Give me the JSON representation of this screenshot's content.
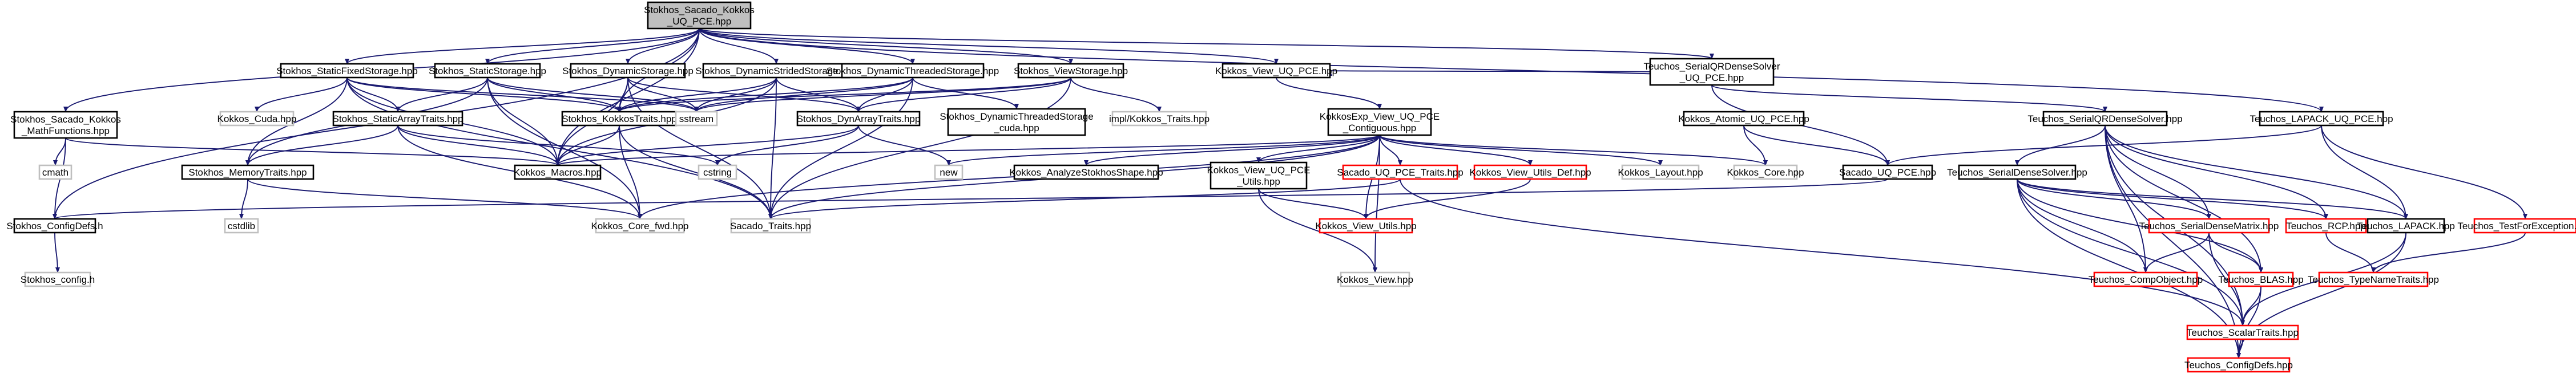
{
  "colors": {
    "edge": "#191970",
    "root_fill": "#bfbfbf",
    "black": "#000000",
    "grey": "#bfbfbf",
    "red": "#ff0000"
  },
  "nodes": {
    "root": [
      "Stokhos_Sacado_Kokkos",
      "_UQ_PCE.hpp"
    ],
    "msfh": [
      "Stokhos_Sacado_Kokkos",
      "_MathFunctions.hpp"
    ],
    "sfs": [
      "Stokhos_StaticFixedStorage.hpp"
    ],
    "ss": [
      "Stokhos_StaticStorage.hpp"
    ],
    "ds": [
      "Stokhos_DynamicStorage.hpp"
    ],
    "dss": [
      "Stokhos_DynamicStridedStorage.hpp"
    ],
    "dts": [
      "Stokhos_DynamicThreadedStorage.hpp"
    ],
    "vs": [
      "Stokhos_ViewStorage.hpp"
    ],
    "kvu": [
      "Kokkos_View_UQ_PCE.hpp"
    ],
    "tsqr": [
      "Teuchos_SerialQRDenseSolver",
      "_UQ_PCE.hpp"
    ],
    "tlap": [
      "Teuchos_LAPACK_UQ_PCE.hpp"
    ],
    "kc": [
      "Kokkos_Cuda.hpp"
    ],
    "ssat": [
      "Stokhos_StaticArrayTraits.hpp"
    ],
    "skt": [
      "Stokhos_KokkosTraits.hpp"
    ],
    "sst": [
      "sstream"
    ],
    "sdat": [
      "Stokhos_DynArrayTraits.hpp"
    ],
    "sdtsc": [
      "Stokhos_DynamicThreadedStorage",
      "_cuda.hpp"
    ],
    "ikt": [
      "impl/Kokkos_Traits.hpp"
    ],
    "kevc": [
      "KokkosExp_View_UQ_PCE",
      "_Contiguous.hpp"
    ],
    "cm": [
      "cmath"
    ],
    "smt": [
      "Stokhos_MemoryTraits.hpp"
    ],
    "km": [
      "Kokkos_Macros.hpp"
    ],
    "cstr": [
      "cstring"
    ],
    "nw": [
      "new"
    ],
    "kasc": [
      "Kokkos_AnalyzeStokhosShape.hpp"
    ],
    "kvuu": [
      "Kokkos_View_UQ_PCE",
      "_Utils.hpp"
    ],
    "suqt": [
      "Sacado_UQ_PCE_Traits.hpp"
    ],
    "kvud": [
      "Kokkos_View_Utils_Def.hpp"
    ],
    "kl": [
      "Kokkos_Layout.hpp"
    ],
    "kco": [
      "Kokkos_Core.hpp"
    ],
    "kau": [
      "Kokkos_Atomic_UQ_PCE.hpp"
    ],
    "tsqd": [
      "Teuchos_SerialQRDenseSolver.hpp"
    ],
    "suq": [
      "Sacado_UQ_PCE.hpp"
    ],
    "scd": [
      "Stokhos_ConfigDefs.h"
    ],
    "csl": [
      "cstdlib"
    ],
    "kcf": [
      "Kokkos_Core_fwd.hpp"
    ],
    "st": [
      "Sacado_Traits.hpp"
    ],
    "kvut": [
      "Kokkos_View_Utils.hpp"
    ],
    "tsds": [
      "Teuchos_SerialDenseSolver.hpp"
    ],
    "tsdm": [
      "Teuchos_SerialDenseMatrix.hpp"
    ],
    "trcp": [
      "Teuchos_RCP.hpp"
    ],
    "tla": [
      "Teuchos_LAPACK.hpp"
    ],
    "ttfe": [
      "Teuchos_TestForException.hpp"
    ],
    "sc": [
      "Stokhos_config.h"
    ],
    "kv": [
      "Kokkos_View.hpp"
    ],
    "tco": [
      "Teuchos_CompObject.hpp"
    ],
    "tbl": [
      "Teuchos_BLAS.hpp"
    ],
    "ttn": [
      "Teuchos_TypeNameTraits.hpp"
    ],
    "tst": [
      "Teuchos_ScalarTraits.hpp"
    ],
    "tcd": [
      "Teuchos_ConfigDefs.hpp"
    ]
  }
}
